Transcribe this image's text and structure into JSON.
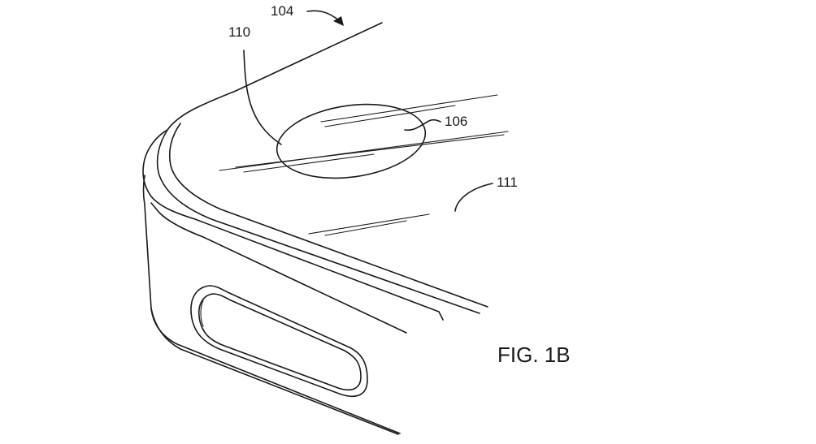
{
  "figure": {
    "caption": "FIG. 1B",
    "reference_numerals": {
      "r104": "104",
      "r110": "110",
      "r106": "106",
      "r111": "111"
    }
  },
  "colors": {
    "ink": "#1a1a1a",
    "background": "#ffffff"
  }
}
